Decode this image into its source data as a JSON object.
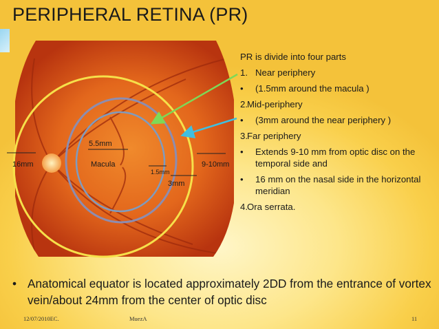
{
  "slide": {
    "title": "PERIPHERAL RETINA (PR)"
  },
  "figure": {
    "labels": {
      "dim_5_5mm": "5.5mm",
      "macula": "Macula",
      "dim_16mm": "16mm",
      "dim_1_5mm": "1.5mm",
      "dim_3mm": "3mm",
      "dim_9_10mm": "9-10mm"
    },
    "colors": {
      "outer_ring": "#f6e04a",
      "mid_ring": "#8d8db0",
      "inner_ring": "#7f9bbf",
      "green_arrow": "#7ed957",
      "cyan_arrow": "#3fbfe0"
    }
  },
  "text_list": {
    "intro": "PR is divide into four parts",
    "items": [
      {
        "marker": "1.",
        "text": "Near periphery"
      },
      {
        "marker": "•",
        "text": "(1.5mm around the macula )"
      },
      {
        "marker": "2.",
        "text": "Mid-periphery"
      },
      {
        "marker": "•",
        "text": "(3mm around the near periphery )"
      },
      {
        "marker": "3.",
        "text": "Far periphery"
      },
      {
        "marker": "•",
        "text": "Extends 9-10 mm  from optic disc on the temporal side and"
      },
      {
        "marker": "•",
        "text": "16 mm on the nasal side in the horizontal meridian"
      },
      {
        "marker": "4.",
        "text": "Ora serrata."
      }
    ]
  },
  "bottom_note": {
    "bullet": "•",
    "text": "Anatomical equator is located approximately 2DD from the entrance of vortex vein/about 24mm from the center of optic disc"
  },
  "footer": {
    "date": "12/07/2010EC.",
    "author": "MuezA",
    "page": "11"
  }
}
